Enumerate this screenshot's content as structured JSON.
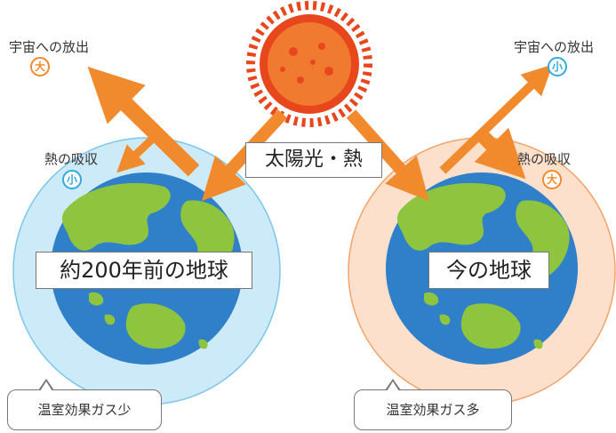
{
  "sun_label": "太陽光・熱",
  "colors": {
    "arrow": "#f08a2c",
    "ocean": "#2f7fc9",
    "land": "#8fc43f",
    "atmosphere_past": "#cdeaf8",
    "atmosphere_now": "#fde0cc",
    "sun": "#e8471e",
    "badge_big": "#f08a2c",
    "badge_small": "#33a9e0"
  },
  "past": {
    "title": "約200年前の地球",
    "emission_label": "宇宙への放出",
    "emission_level": "大",
    "absorption_label": "熱の吸収",
    "absorption_level": "小",
    "gas_label": "温室効果ガス少"
  },
  "present": {
    "title": "今の地球",
    "emission_label": "宇宙への放出",
    "emission_level": "小",
    "absorption_label": "熱の吸収",
    "absorption_level": "大",
    "gas_label": "温室効果ガス多"
  }
}
